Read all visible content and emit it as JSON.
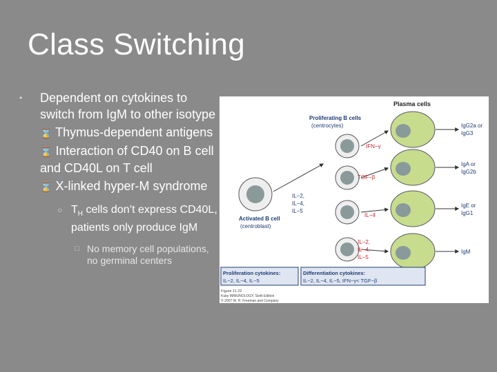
{
  "slide": {
    "title": "Class Switching",
    "bullet1": "Dependent on cytokines to switch from IgM to other isotype",
    "sub1": "Thymus-dependent antigens",
    "sub2": "Interaction of CD40 on B cell and CD40L on T cell",
    "sub3": "X-linked hyper-M syndrome",
    "sub3_1_prefix": "T",
    "sub3_1_sub": "H",
    "sub3_1_rest": " cells don’t express CD40L, patients only produce IgM",
    "sub3_1_1": "No memory cell populations, no germinal centers"
  },
  "figure": {
    "plasma_cells": "Plasma cells",
    "proliferating_line1": "Proliferating B cells",
    "proliferating_line2": "(centrocytes)",
    "activated_line1": "Activated B cell",
    "activated_line2": "(centroblast)",
    "ifn": "IFN−γ",
    "tgf": "TGF−β",
    "il2_a": "IL−2,",
    "il4_a": "IL−4,",
    "il5_a": "IL−5",
    "il4_b": "IL−4",
    "il2_c": "IL−2,",
    "il4_c": "IL−4,",
    "il5_c": "IL−5",
    "out1a": "IgG2a or",
    "out1b": "IgG3",
    "out2a": "IgA or",
    "out2b": "IgG2b",
    "out3a": "IgE or",
    "out3b": "IgG1",
    "out4": "IgM",
    "prolif_cyto_title": "Proliferation cytokines:",
    "prolif_cyto_list": "IL−2, IL−4, IL−5",
    "diff_cyto_title": "Differentiation cytokines:",
    "diff_cyto_list": "IL−2, IL−4, IL−5, IFN−γ< TGF−β",
    "fig_label": "Figure 11.22",
    "fig_credit1": "Kuby IMMUNOLOGY, Sixth Edition",
    "fig_credit2": "© 2007 W. H. Freeman and Company"
  },
  "colors": {
    "background": "#8a8a8a",
    "cell_green": "#c7dc8c",
    "nucleus": "#8a9a9a",
    "label_red": "#d2232a",
    "label_navy": "#1f3b73"
  },
  "icons": {
    "bullet_l1": "small-dot",
    "bullet_l2": "hourglass-icon",
    "bullet_l3": "circle",
    "bullet_l4": "square"
  }
}
